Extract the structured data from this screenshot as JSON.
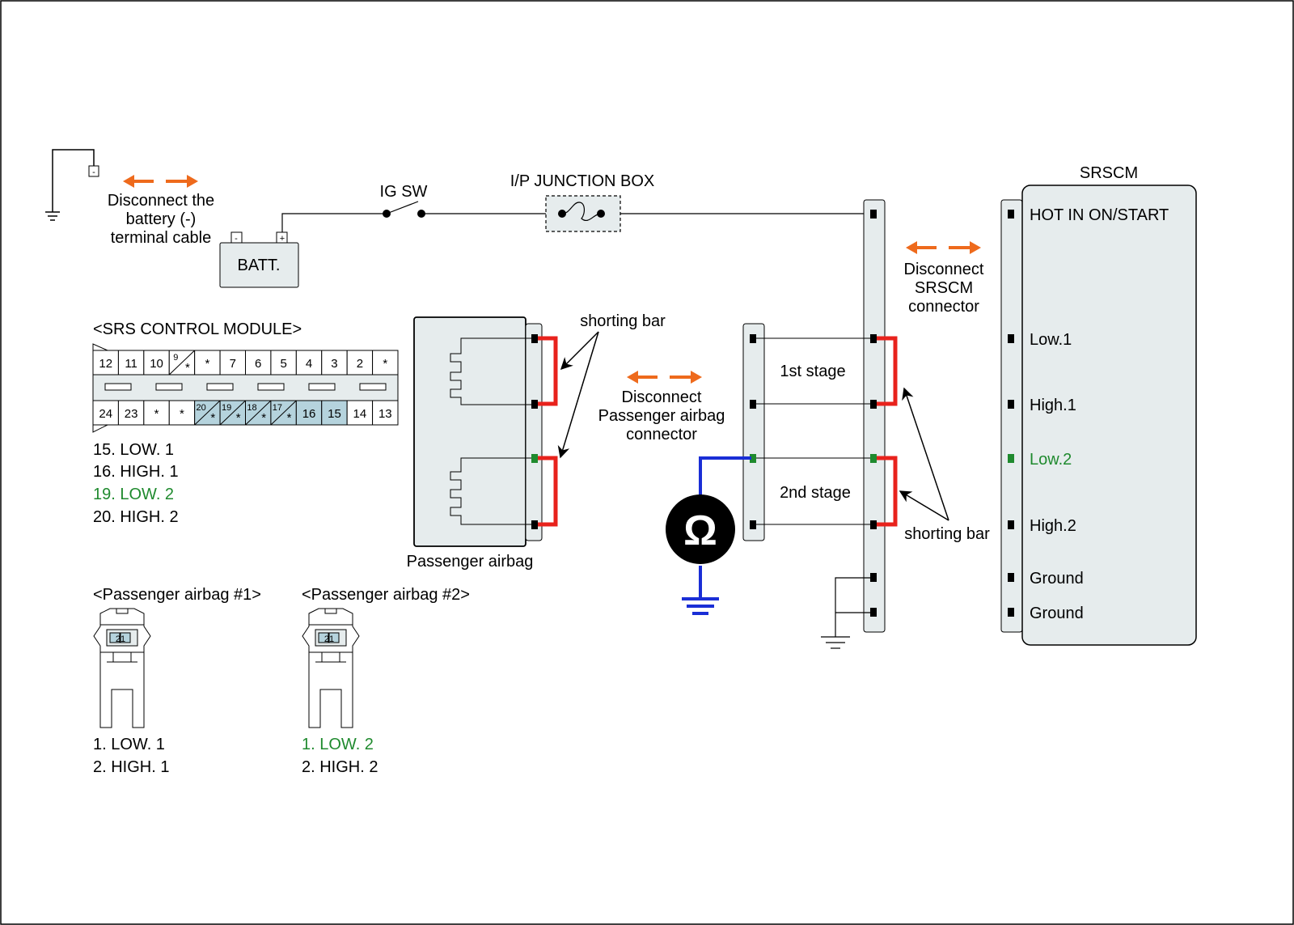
{
  "battery": {
    "disconnect_line1": "Disconnect the",
    "disconnect_line2": "battery (-)",
    "disconnect_line3": "terminal cable",
    "label": "BATT.",
    "neg": "-",
    "pos": "+"
  },
  "ig_sw": "IG SW",
  "junction_box": "I/P JUNCTION BOX",
  "srscm": {
    "title": "SRSCM",
    "pins": [
      "HOT IN ON/START",
      "Low.1",
      "High.1",
      "Low.2",
      "High.2",
      "Ground",
      "Ground"
    ],
    "disconnect_line1": "Disconnect",
    "disconnect_line2": "SRSCM",
    "disconnect_line3": "connector"
  },
  "connector_view": {
    "title": "<SRS CONTROL MODULE>",
    "top_row": [
      "12",
      "11",
      "10",
      "9",
      "*",
      "7",
      "6",
      "5",
      "4",
      "3",
      "2",
      "*"
    ],
    "bottom_row": [
      "24",
      "23",
      "*",
      "*",
      "20",
      "19",
      "18",
      "17",
      "16",
      "15",
      "14",
      "13"
    ],
    "legend": [
      "15. LOW. 1",
      "16. HIGH. 1",
      "19. LOW. 2",
      "20. HIGH. 2"
    ]
  },
  "passenger_airbag": {
    "label": "Passenger airbag",
    "shorting_bar": "shorting bar",
    "disconnect_line1": "Disconnect",
    "disconnect_line2": "Passenger airbag",
    "disconnect_line3": "connector"
  },
  "stages": {
    "first": "1st stage",
    "second": "2nd stage"
  },
  "ohmmeter_symbol": "Ω",
  "shorting_bar_right": "shorting bar",
  "airbag_connector_1": {
    "title": "<Passenger airbag #1>",
    "pins": "21",
    "legend": [
      "1. LOW. 1",
      "2. HIGH. 1"
    ]
  },
  "airbag_connector_2": {
    "title": "<Passenger airbag #2>",
    "pins": "21",
    "legend": [
      "1. LOW. 2",
      "2. HIGH. 2"
    ]
  },
  "colors": {
    "shorting_bar": "#e8221c",
    "meter_lead": "#1a2ed6",
    "highlight": "#1f8a2e",
    "arrow": "#ee6a1c",
    "panel": "#e6eced",
    "cell_hi": "#b5d3dd"
  }
}
